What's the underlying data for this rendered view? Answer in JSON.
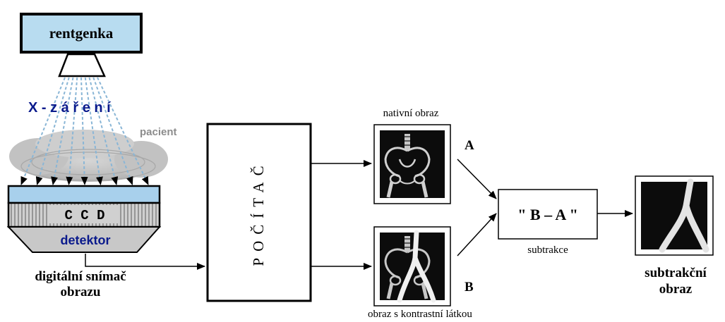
{
  "source": {
    "xray_tube_label": "rentgenka",
    "radiation_label": "X - z á ř e n í",
    "patient_label": "pacient",
    "ccd_label": "C C D",
    "detector_label": "detektor",
    "digital_sensor_label_line1": "digitální snímač",
    "digital_sensor_label_line2": "obrazu"
  },
  "computer": {
    "label": "POČÍTAČ"
  },
  "images": {
    "native_caption": "nativní obraz",
    "native_letter": "A",
    "contrast_caption": "obraz s kontrastní látkou",
    "contrast_letter": "B"
  },
  "subtraction": {
    "formula": "\" B – A \"",
    "caption": "subtrakce"
  },
  "result": {
    "label_line1": "subtrakční",
    "label_line2": "obraz"
  },
  "colors": {
    "tube_fill": "#b8dcf0",
    "radiation_text": "#0a1a8c",
    "rays": "#8ab6d6",
    "cloud": "#c8c8c8",
    "patient_text": "#8c8c8c",
    "detector_blue": "#a8d0ec",
    "detector_label": "#0a1a8c",
    "xray_dark": "#0c0c0c",
    "bone": "#d8d8d8"
  }
}
